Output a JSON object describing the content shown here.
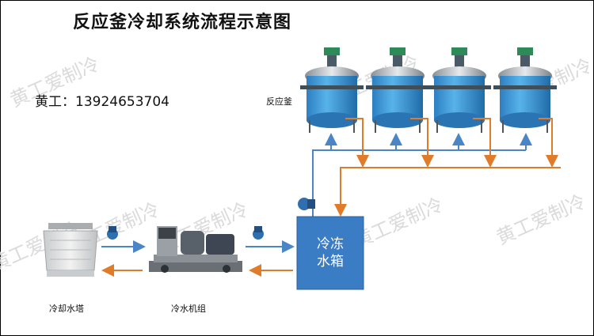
{
  "title": "反应釜冷却系统流程示意图",
  "contact": "黄工：13924653704",
  "labels": {
    "reactor": "反应釜",
    "cooling_tower": "冷却水塔",
    "chiller": "冷水机组",
    "water_tank_line1": "冷冻",
    "water_tank_line2": "水箱"
  },
  "watermark": "黄工爱制冷",
  "colors": {
    "supply_line": "#4a86c5",
    "return_line": "#e07b2a",
    "tank_fill": "#3b7dc4",
    "reactor_body": "#3a9ad9"
  }
}
